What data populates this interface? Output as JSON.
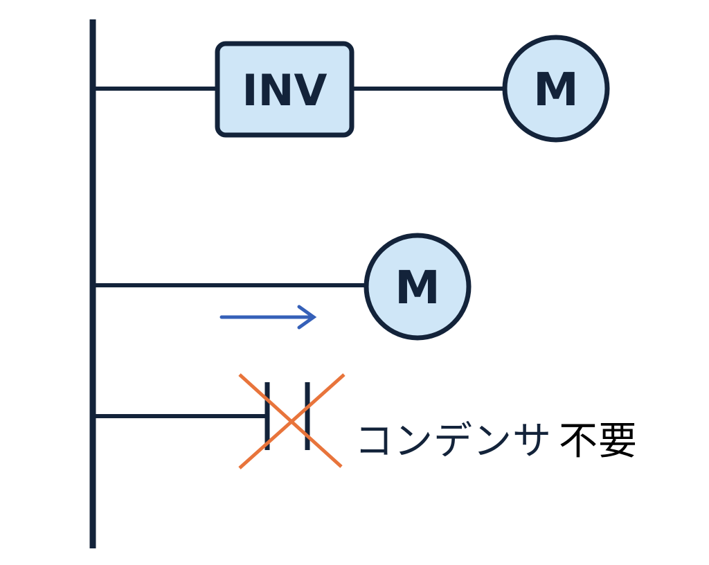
{
  "inverter": {
    "label": "INV"
  },
  "motors": [
    {
      "label": "M"
    },
    {
      "label": "M"
    }
  ],
  "capacitor_note": {
    "text": "コンデンサ",
    "suffix": "不要"
  },
  "colors": {
    "line": "#13233a",
    "fill": "#cfe6f7",
    "arrow": "#3560b8",
    "cross": "#e8743b"
  }
}
